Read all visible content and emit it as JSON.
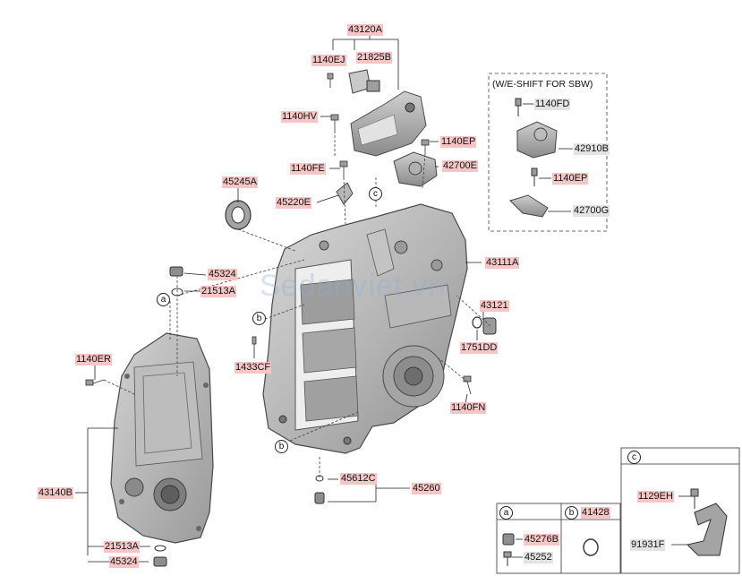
{
  "watermark": "Sedanviet.vn",
  "labels": {
    "p43120A": "43120A",
    "p1140EJ": "1140EJ",
    "p21825B": "21825B",
    "p1140HV": "1140HV",
    "p1140EP_a": "1140EP",
    "p42700E": "42700E",
    "p1140FE": "1140FE",
    "p45245A": "45245A",
    "p45220E": "45220E",
    "p45324_a": "45324",
    "p21513A_a": "21513A",
    "p43111A": "43111A",
    "p43121": "43121",
    "p1751DD": "1751DD",
    "p1433CF": "1433CF",
    "p1140ER": "1140ER",
    "p1140FN": "1140FN",
    "p43140B": "43140B",
    "p45612C": "45612C",
    "p45260": "45260",
    "p21513A_b": "21513A",
    "p45324_b": "45324"
  },
  "callouts": {
    "a": "a",
    "b": "b",
    "c": "c"
  },
  "inset_sbw": {
    "title": "(W/E-SHIFT FOR SBW)",
    "p1140FD": "1140FD",
    "p42910B": "42910B",
    "p1140EP": "1140EP",
    "p42700G": "42700G"
  },
  "box_a": {
    "tag": "a",
    "p45276B": "45276B",
    "p45252": "45252"
  },
  "box_b": {
    "tag": "b",
    "p41428": "41428"
  },
  "box_c": {
    "tag": "c",
    "p1129EH": "1129EH",
    "p91931F": "91931F"
  }
}
